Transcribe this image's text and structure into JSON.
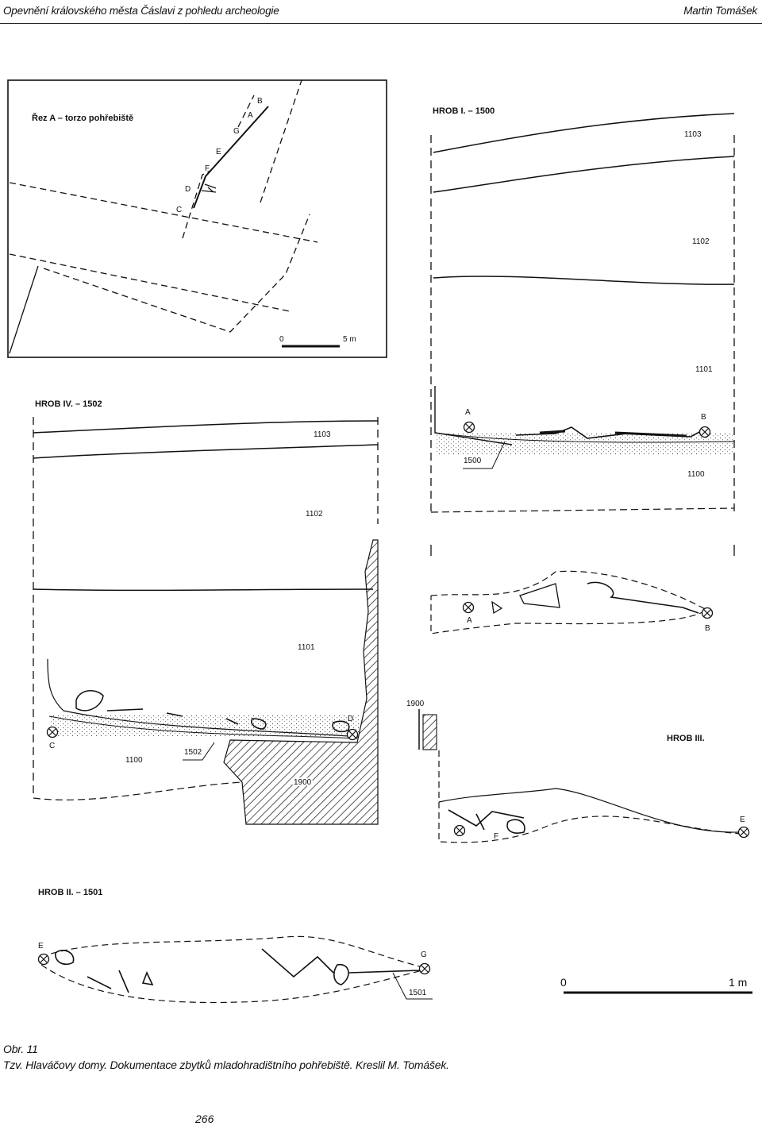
{
  "header": {
    "left": "Opevnění královského města Čáslavi z pohledu archeologie",
    "right": "Martin Tomášek"
  },
  "figure": {
    "map": {
      "title": "Řez A – torzo pohřebiště",
      "points": [
        "B",
        "A",
        "G",
        "E",
        "F",
        "D",
        "C"
      ],
      "scale_start": "0",
      "scale_end": "5 m"
    },
    "grave1": {
      "title": "HROB I. – 1500",
      "layers": [
        "1103",
        "1102",
        "1101",
        "1100"
      ],
      "fill": "1500",
      "points": [
        "A",
        "B"
      ]
    },
    "grave4": {
      "title": "HROB IV. – 1502",
      "layers": [
        "1103",
        "1102",
        "1101",
        "1100"
      ],
      "fill": "1502",
      "cut": "1900",
      "points": [
        "C",
        "D"
      ]
    },
    "grave3": {
      "title": "HROB III.",
      "cut": "1900",
      "points": [
        "F",
        "E"
      ]
    },
    "grave2": {
      "title": "HROB II. – 1501",
      "fill": "1501",
      "points": [
        "E",
        "G"
      ]
    },
    "scale": {
      "start": "0",
      "end": "1 m"
    }
  },
  "caption": {
    "label": "Obr. 11",
    "text": "Tzv. Hlaváčovy domy. Dokumentace zbytků mladohradištního pohřebiště. Kreslil M. Tomášek."
  },
  "page_number": "266"
}
